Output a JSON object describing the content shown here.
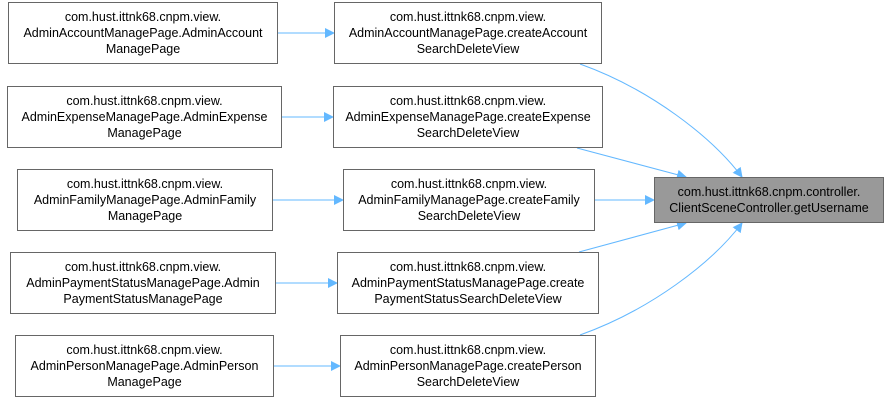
{
  "colors": {
    "edge": "#63b8ff",
    "node_border": "#666666",
    "target_fill": "#999999"
  },
  "target": {
    "lines": [
      "com.hust.ittnk68.cnpm.controller.",
      "ClientSceneController.getUsername"
    ]
  },
  "callers": [
    {
      "lines": [
        "com.hust.ittnk68.cnpm.view.",
        "AdminAccountManagePage.createAccount",
        "SearchDeleteView"
      ],
      "sources": [
        {
          "lines": [
            "com.hust.ittnk68.cnpm.view.",
            "AdminAccountManagePage.AdminAccount",
            "ManagePage"
          ]
        }
      ]
    },
    {
      "lines": [
        "com.hust.ittnk68.cnpm.view.",
        "AdminExpenseManagePage.createExpense",
        "SearchDeleteView"
      ],
      "sources": [
        {
          "lines": [
            "com.hust.ittnk68.cnpm.view.",
            "AdminExpenseManagePage.AdminExpense",
            "ManagePage"
          ]
        }
      ]
    },
    {
      "lines": [
        "com.hust.ittnk68.cnpm.view.",
        "AdminFamilyManagePage.createFamily",
        "SearchDeleteView"
      ],
      "sources": [
        {
          "lines": [
            "com.hust.ittnk68.cnpm.view.",
            "AdminFamilyManagePage.AdminFamily",
            "ManagePage"
          ]
        }
      ]
    },
    {
      "lines": [
        "com.hust.ittnk68.cnpm.view.",
        "AdminPaymentStatusManagePage.create",
        "PaymentStatusSearchDeleteView"
      ],
      "sources": [
        {
          "lines": [
            "com.hust.ittnk68.cnpm.view.",
            "AdminPaymentStatusManagePage.Admin",
            "PaymentStatusManagePage"
          ]
        }
      ]
    },
    {
      "lines": [
        "com.hust.ittnk68.cnpm.view.",
        "AdminPersonManagePage.createPerson",
        "SearchDeleteView"
      ],
      "sources": [
        {
          "lines": [
            "com.hust.ittnk68.cnpm.view.",
            "AdminPersonManagePage.AdminPerson",
            "ManagePage"
          ]
        }
      ]
    }
  ]
}
